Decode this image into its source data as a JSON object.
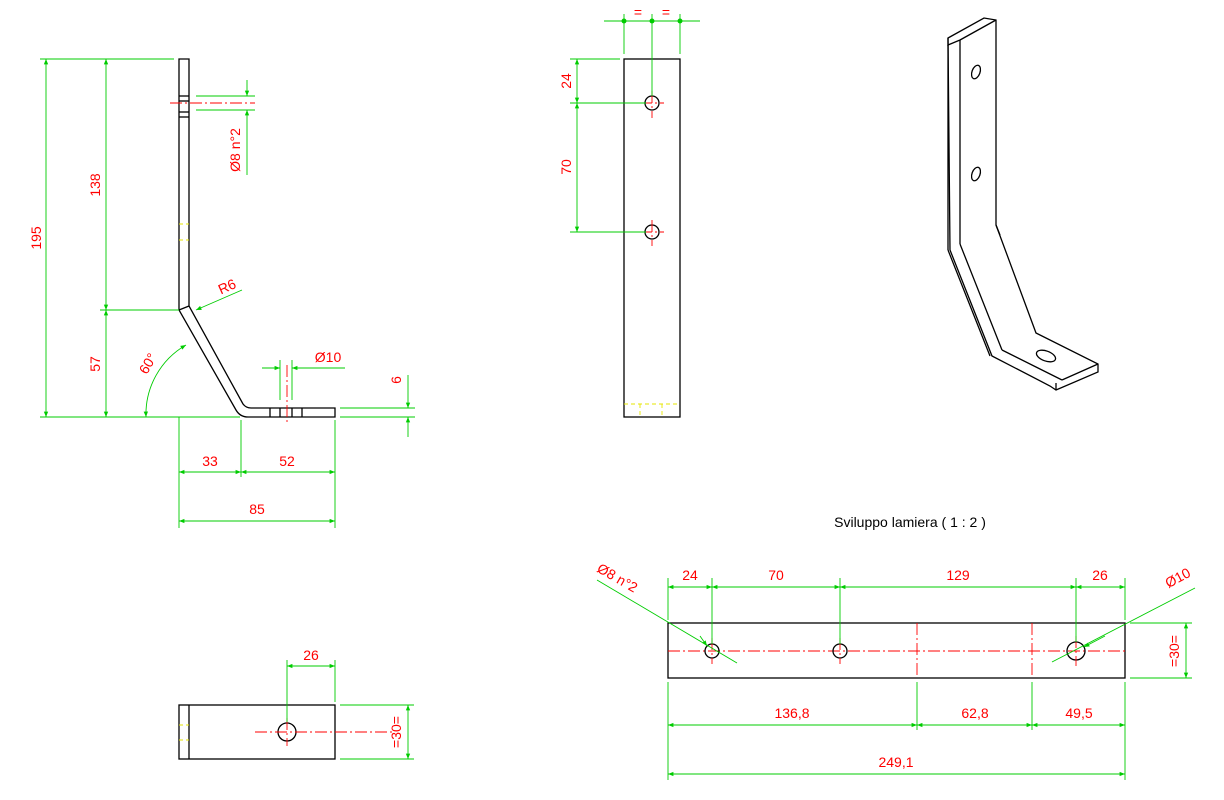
{
  "title": "Sviluppo lamiera ( 1 : 2 )",
  "colors": {
    "part": "#000000",
    "dimension": "#00cc00",
    "dimension_text": "#ff0000",
    "centerline": "#ff0000",
    "hidden": "#e6e600"
  },
  "side_view": {
    "overall_height": "195",
    "upper_height": "138",
    "lower_height": "57",
    "hole_note": "Ø8 n°2",
    "bend_radius": "R6",
    "bend_angle": "60°",
    "hole_bottom": "Ø10",
    "thickness": "6",
    "dim_33": "33",
    "dim_52": "52",
    "dim_85": "85"
  },
  "front_view": {
    "eq_left": "=",
    "eq_right": "=",
    "dim_24": "24",
    "dim_70": "70"
  },
  "bottom_view": {
    "dim_26": "26",
    "width": "=30="
  },
  "flat_pattern": {
    "hole_note_left": "Ø8 n°2",
    "hole_note_right": "Ø10",
    "top_dims": [
      "24",
      "70",
      "129",
      "26"
    ],
    "bottom_dims": [
      "136,8",
      "62,8",
      "49,5"
    ],
    "total": "249,1",
    "width": "=30="
  },
  "iso_view": {
    "label": ""
  }
}
